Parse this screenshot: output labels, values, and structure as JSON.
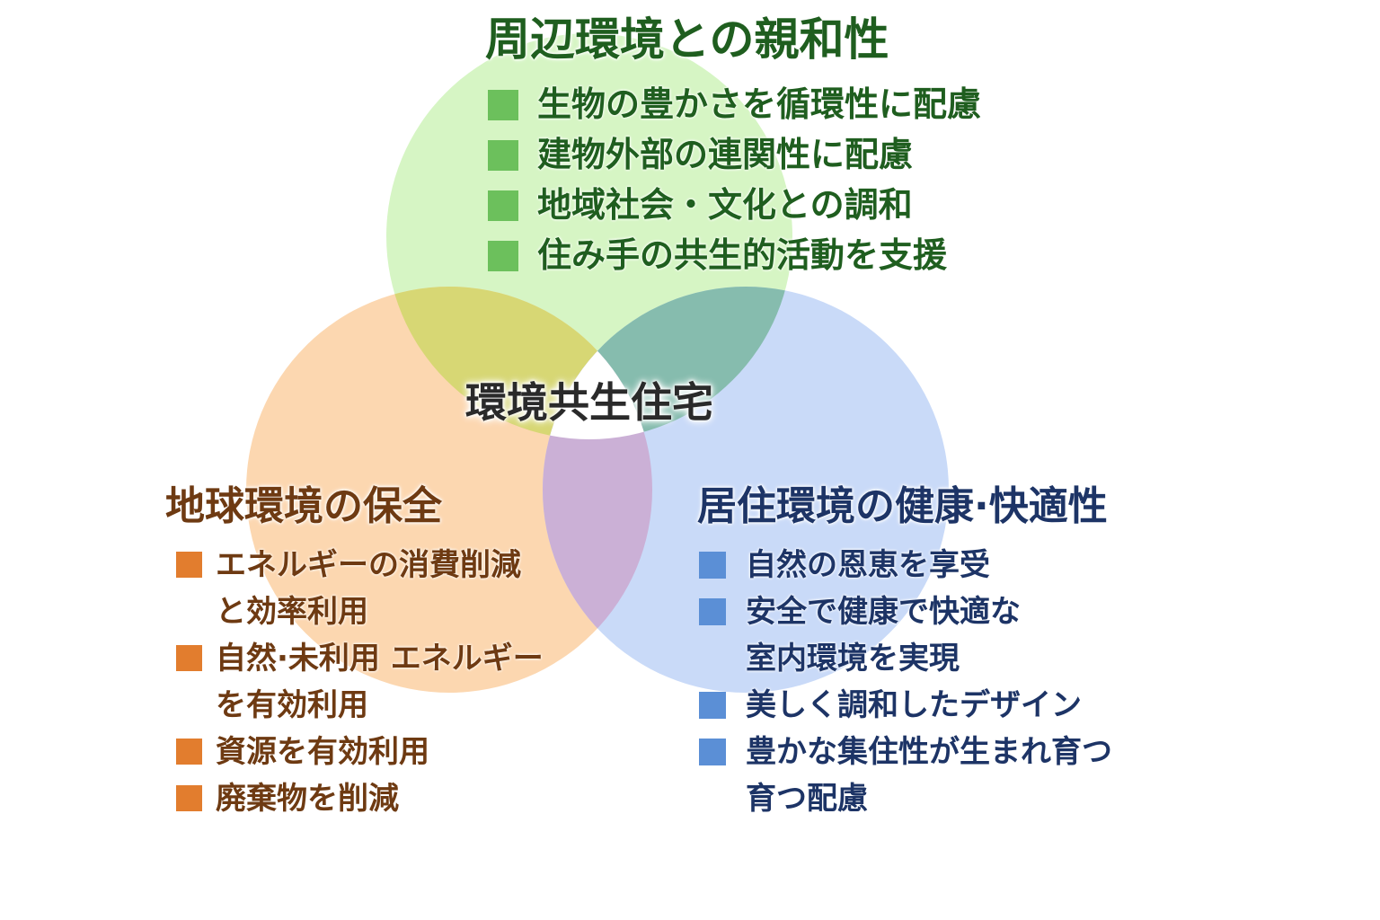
{
  "center_label": "環境共生住宅",
  "colors": {
    "green_circle": "#d6f5c4",
    "orange_circle": "#fcd7b0",
    "blue_circle": "#c9daf8",
    "green_orange_overlap": "#d7d774",
    "green_blue_overlap": "#86bcae",
    "orange_blue_overlap": "#cbb0d6",
    "green_text": "#1f5e1f",
    "orange_text": "#6e3a12",
    "blue_text": "#1d3466"
  },
  "sections": {
    "green": {
      "title": "周辺環境との親和性",
      "items": [
        [
          "生物の豊かさを循環性に配慮"
        ],
        [
          "建物外部の連関性に配慮"
        ],
        [
          "地域社会・文化との調和"
        ],
        [
          "住み手の共生的活動を支援"
        ]
      ]
    },
    "orange": {
      "title": "地球環境の保全",
      "items": [
        [
          "エネルギーの消費削減",
          "と効率利用"
        ],
        [
          "自然·未利用 エネルギー",
          "を有効利用"
        ],
        [
          "資源を有効利用"
        ],
        [
          "廃棄物を削減"
        ]
      ]
    },
    "blue": {
      "title": "居住環境の健康·快適性",
      "items": [
        [
          "自然の恩恵を享受"
        ],
        [
          "安全で健康で快適な",
          "室内環境を実現"
        ],
        [
          "美しく調和したデザイン"
        ],
        [
          "豊かな集住性が生まれ育つ",
          "育つ配慮"
        ]
      ]
    }
  }
}
